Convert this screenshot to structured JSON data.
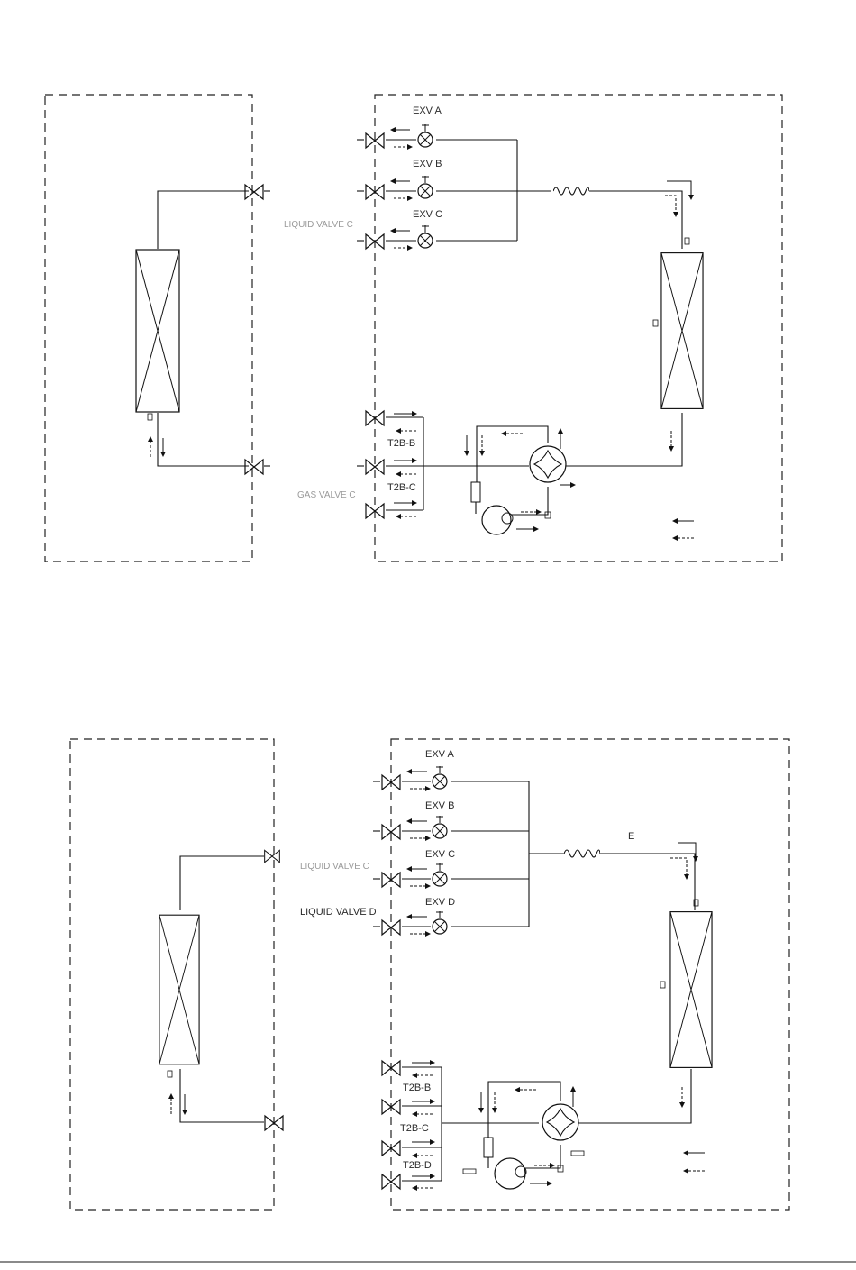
{
  "diagram_top": {
    "exv_labels": [
      "EXV A",
      "EXV B",
      "EXV C"
    ],
    "liquid_label_faint": "LIQUID VALVE C",
    "t2b_labels": [
      "T2B-B",
      "T2B-C"
    ],
    "gas_valve_label": "GAS VALVE C"
  },
  "diagram_bottom": {
    "exv_labels": [
      "EXV A",
      "EXV B",
      "EXV C",
      "EXV D"
    ],
    "liquid_labels": [
      "LIQUID VALVE C",
      "LIQUID VALVE D"
    ],
    "capillary_label": "E",
    "t2b_labels": [
      "T2B-B",
      "T2B-C",
      "T2B-D"
    ]
  }
}
